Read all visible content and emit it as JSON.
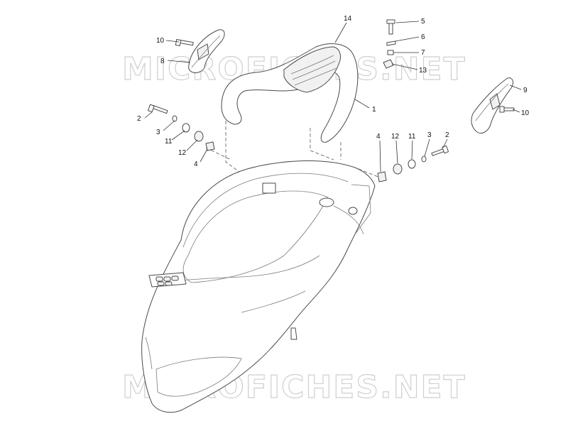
{
  "watermark": {
    "text": "MICROFICHES.NET"
  },
  "callouts": {
    "c14": "14",
    "c5": "5",
    "c6": "6",
    "c7": "7",
    "c13": "13",
    "c10a": "10",
    "c8": "8",
    "c1": "1",
    "c9": "9",
    "c10b": "10",
    "cl2": "2",
    "cl3": "3",
    "cl11": "11",
    "cl12": "12",
    "cl4": "4",
    "cr4": "4",
    "cr12": "12",
    "cr11": "11",
    "cr3": "3",
    "cr2": "2"
  }
}
